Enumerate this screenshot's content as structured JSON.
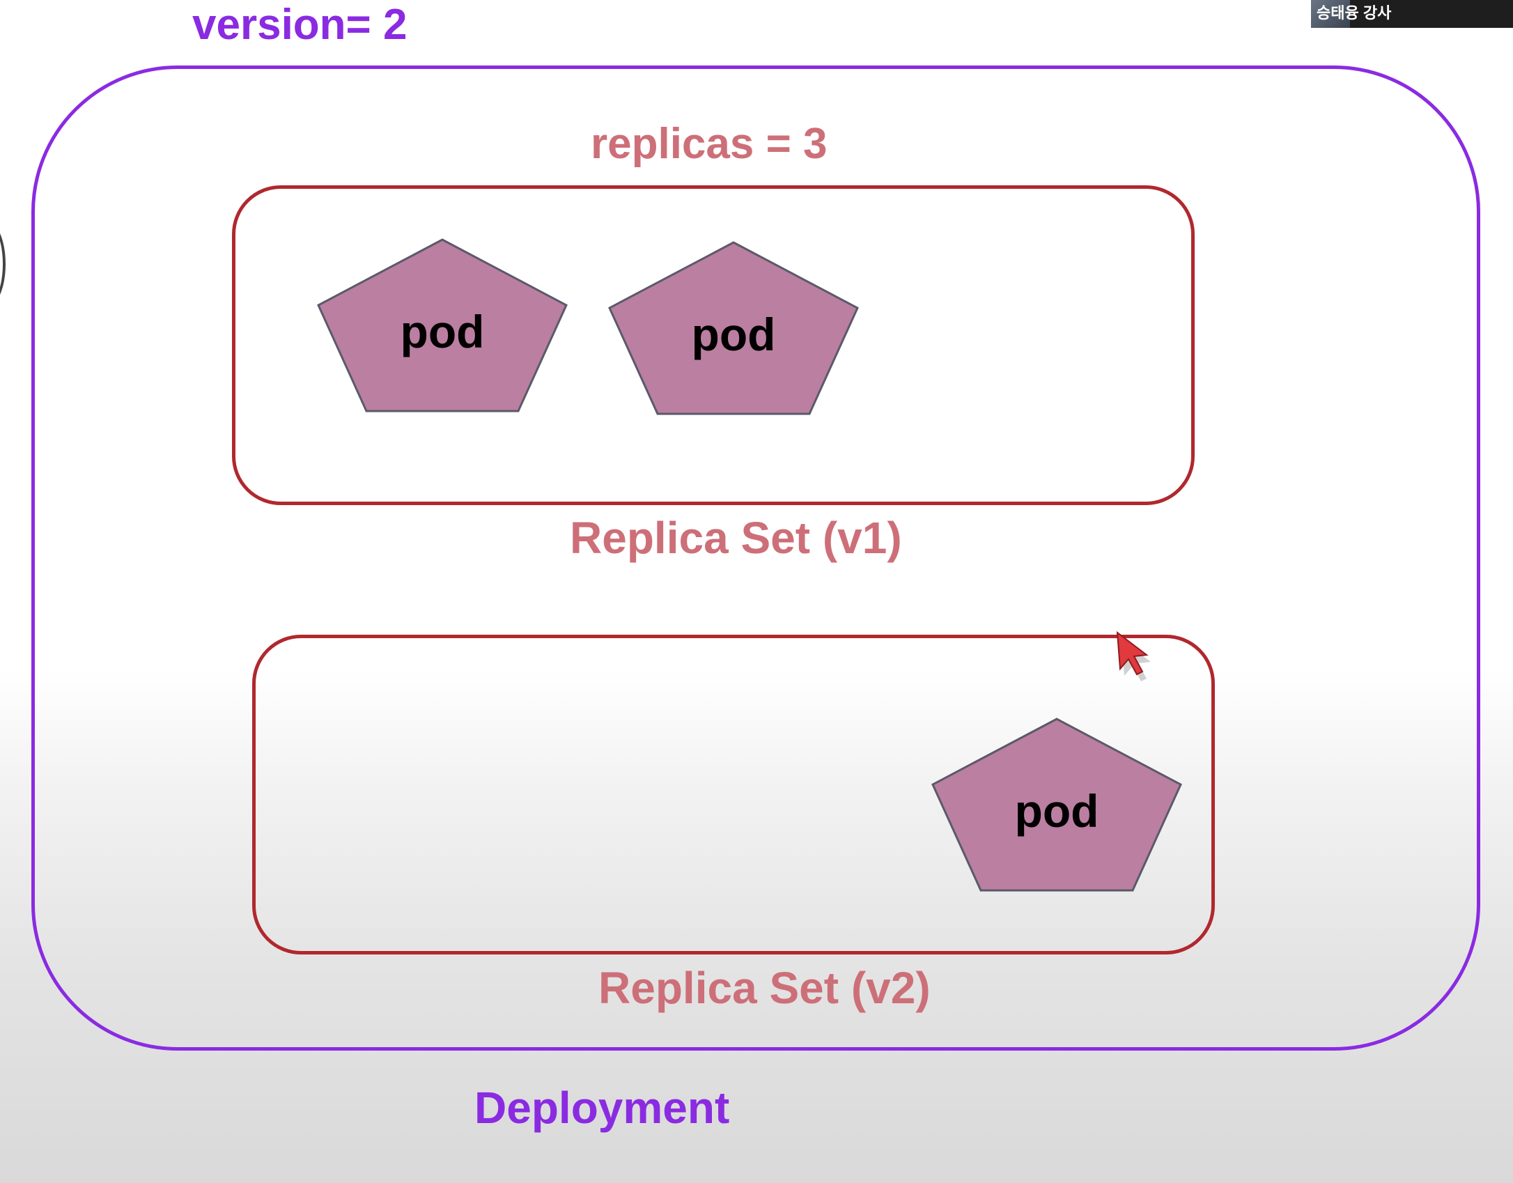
{
  "diagram": {
    "version_label": "version= 2",
    "replicas_label": "replicas = 3",
    "deployment_label": "Deployment",
    "replica_sets": [
      {
        "label": "Replica Set (v1)",
        "pods": [
          "pod",
          "pod"
        ]
      },
      {
        "label": "Replica Set (v2)",
        "pods": [
          "pod"
        ]
      }
    ]
  },
  "presenter_tag": {
    "name": "승태융 강사"
  },
  "colors": {
    "deployment": "#8a2be2",
    "replica_set_border": "#b0282e",
    "replica_set_text": "#cd6f78",
    "pod_fill": "#bb7fa2",
    "pod_text": "#000000"
  },
  "icons": {
    "pod": "pentagon-icon",
    "cursor": "mouse-pointer-icon"
  }
}
